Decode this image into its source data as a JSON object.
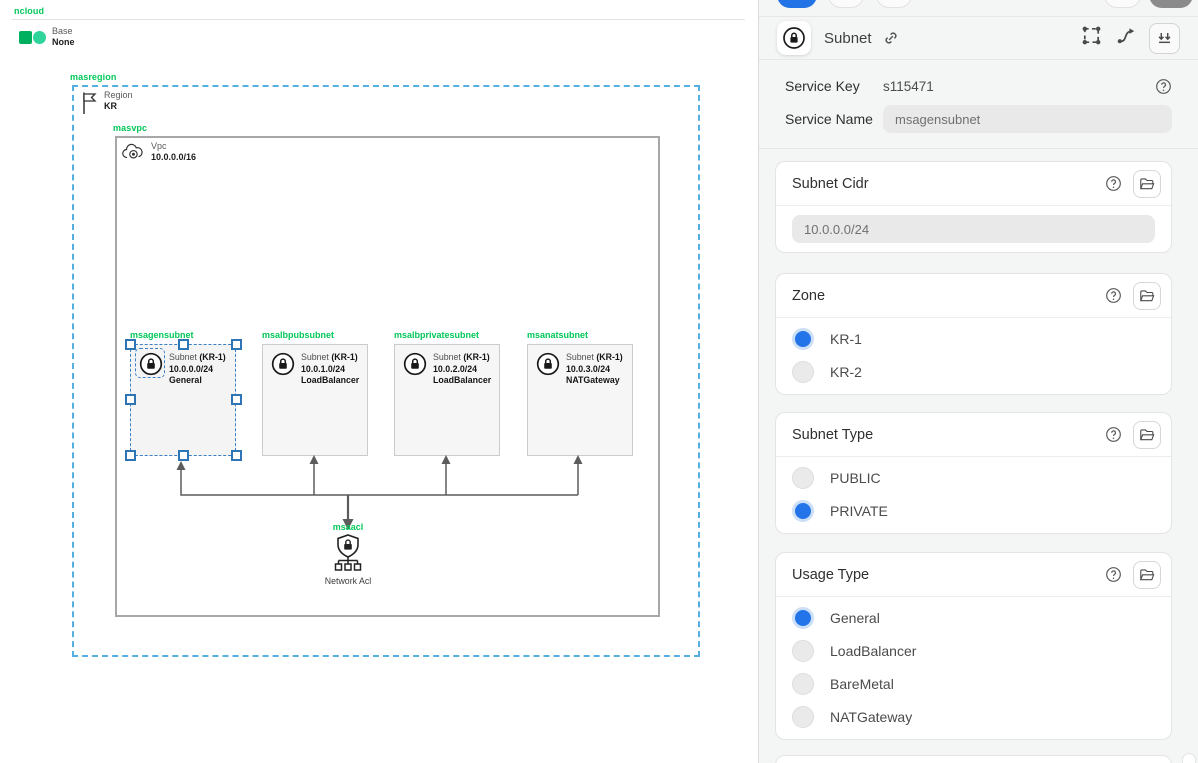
{
  "canvas": {
    "root_label": "ncloud",
    "base": {
      "type_label": "Base",
      "value": "None"
    },
    "region": {
      "group_label": "masregion",
      "type_label": "Region",
      "value": "KR"
    },
    "vpc": {
      "group_label": "masvpc",
      "type_label": "Vpc",
      "cidr": "10.0.0.0/16"
    },
    "subnets": [
      {
        "group_label": "msagensubnet",
        "type_label": "Subnet",
        "zone": "(KR-1)",
        "cidr": "10.0.0.0/24",
        "usage": "General",
        "selected": true
      },
      {
        "group_label": "msalbpubsubnet",
        "type_label": "Subnet",
        "zone": "(KR-1)",
        "cidr": "10.0.1.0/24",
        "usage": "LoadBalancer",
        "selected": false
      },
      {
        "group_label": "msalbprivatesubnet",
        "type_label": "Subnet",
        "zone": "(KR-1)",
        "cidr": "10.0.2.0/24",
        "usage": "LoadBalancer",
        "selected": false
      },
      {
        "group_label": "msanatsubnet",
        "type_label": "Subnet",
        "zone": "(KR-1)",
        "cidr": "10.0.3.0/24",
        "usage": "NATGateway",
        "selected": false
      }
    ],
    "acl": {
      "group_label": "msaacl",
      "caption": "Network Acl"
    }
  },
  "panel": {
    "header": {
      "title": "Subnet"
    },
    "service_key": {
      "label": "Service Key",
      "value": "s115471"
    },
    "service_name": {
      "label": "Service Name",
      "value": "msagensubnet"
    },
    "sections": [
      {
        "title": "Subnet Cidr",
        "kind": "input",
        "value": "10.0.0.0/24"
      },
      {
        "title": "Zone",
        "kind": "radio",
        "options": [
          {
            "label": "KR-1",
            "selected": true
          },
          {
            "label": "KR-2",
            "selected": false
          }
        ]
      },
      {
        "title": "Subnet Type",
        "kind": "radio",
        "options": [
          {
            "label": "PUBLIC",
            "selected": false
          },
          {
            "label": "PRIVATE",
            "selected": true
          }
        ]
      },
      {
        "title": "Usage Type",
        "kind": "radio",
        "options": [
          {
            "label": "General",
            "selected": true
          },
          {
            "label": "LoadBalancer",
            "selected": false
          },
          {
            "label": "BareMetal",
            "selected": false
          },
          {
            "label": "NATGateway",
            "selected": false
          }
        ]
      }
    ]
  },
  "icons": {
    "lock-circle": "padlock in circle",
    "cloud": "vpc cloud",
    "flag": "region flag",
    "shield-tree": "network acl",
    "link": "chain link",
    "marquee-select": "dashed selection square",
    "connector-arrow": "curved connector arrow",
    "collapse-all": "double down arrows over line",
    "question-circle": "help",
    "folder-open": "open folder"
  },
  "colors": {
    "brand_green": "#03c75a",
    "selection_blue": "#2e75b6",
    "radio_blue": "#2374e8",
    "region_dash_blue": "#55b0e2",
    "panel_bg": "#f4f5f5",
    "line_gray": "#5c5c5c"
  }
}
